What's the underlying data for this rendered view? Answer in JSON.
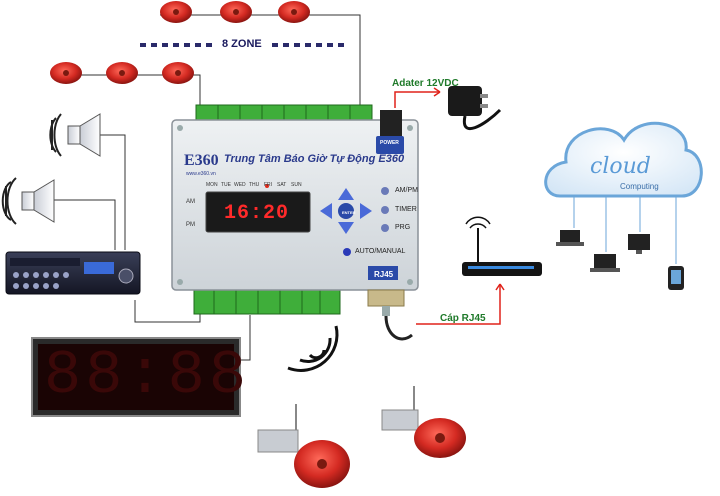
{
  "diagram": {
    "zone_label": "8 ZONE",
    "adapter_label": "Adater 12VDC",
    "cable_label": "Cáp RJ45",
    "controller": {
      "brand": "E360",
      "brand_sub": "www.e360.vn",
      "title": "Trung Tâm Báo Giờ Tự Động E360",
      "days": [
        "MON",
        "TUE",
        "WED",
        "THU",
        "FRI",
        "SAT",
        "SUN"
      ],
      "am": "AM",
      "pm": "PM",
      "time": "16:20",
      "enter": "ENTER",
      "buttons": {
        "ampm": "AM/PM",
        "timer": "TIMER",
        "prg": "PRG",
        "auto_manual": "AUTO/MANUAL"
      },
      "rj45_port": "RJ45",
      "power": "POWER"
    },
    "display_clock": "88:88",
    "cloud": {
      "word": "cloud",
      "caption": "Computing"
    },
    "colors": {
      "bell_red": "#d42a22",
      "terminal_green": "#3fae3a",
      "wire_red": "#e0221a",
      "label_green": "#1f7a2a",
      "controller_body": "#dfe4e8",
      "lcd_red": "#ff2a2a",
      "cloud_blue": "#6ba6d9"
    }
  }
}
